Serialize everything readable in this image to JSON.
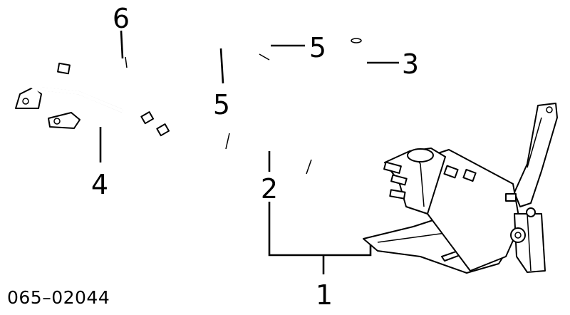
{
  "diagram": {
    "part_labels": {
      "p1": "1",
      "p2": "2",
      "p3": "3",
      "p4": "4",
      "p5a": "5",
      "p5b": "5",
      "p6": "6"
    },
    "catalog_number": "065–02044"
  }
}
